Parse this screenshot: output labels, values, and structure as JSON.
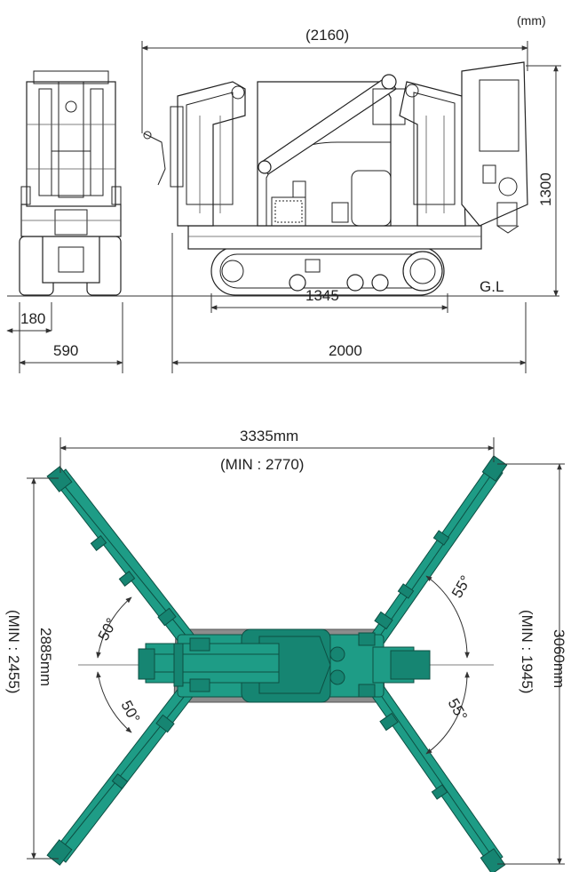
{
  "side_view": {
    "unit": "(mm)",
    "overall_length_stowed": "(2160)",
    "height": "1300",
    "ground_label": "G.L",
    "track_length": "1345",
    "machine_length": "2000",
    "front_track_width": "180",
    "front_width": "590"
  },
  "top_view": {
    "span_width": "3335mm",
    "span_width_min": "(MIN : 2770)",
    "left_span_height": "2885mm",
    "left_span_height_min": "(MIN : 2455)",
    "right_span_height": "3060mm",
    "right_span_height_min": "(MIN : 1945)",
    "angle_left_upper": "50°",
    "angle_left_lower": "50°",
    "angle_right_upper": "55°",
    "angle_right_lower": "55°"
  },
  "colors": {
    "outrigger": "#1e9c86",
    "outrigger_edge": "#0d4f43",
    "body_shadow": "#8c8c8c"
  }
}
